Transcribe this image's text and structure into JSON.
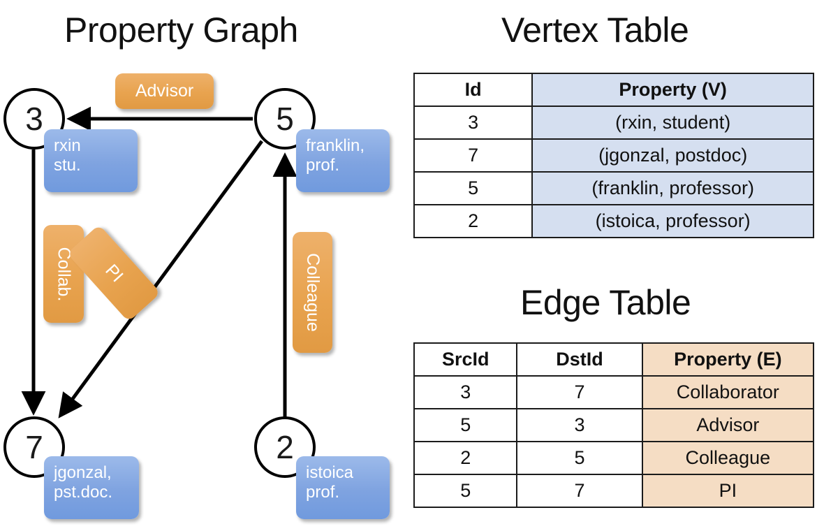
{
  "titles": {
    "graph": "Property Graph",
    "vertex_table": "Vertex Table",
    "edge_table": "Edge Table"
  },
  "graph": {
    "nodes": [
      {
        "id": "3",
        "name": "rxin",
        "role": "stu."
      },
      {
        "id": "5",
        "name": "franklin,",
        "role": "prof."
      },
      {
        "id": "7",
        "name": "jgonzal,",
        "role": "pst.doc."
      },
      {
        "id": "2",
        "name": "istoica",
        "role": "prof."
      }
    ],
    "edge_labels": [
      {
        "key": "advisor",
        "text": "Advisor"
      },
      {
        "key": "collab",
        "text": "Collab."
      },
      {
        "key": "pi",
        "text": "PI"
      },
      {
        "key": "colleague",
        "text": "Colleague"
      }
    ]
  },
  "vertex_table": {
    "headers": [
      "Id",
      "Property (V)"
    ],
    "rows": [
      {
        "id": "3",
        "property": "(rxin, student)"
      },
      {
        "id": "7",
        "property": "(jgonzal, postdoc)"
      },
      {
        "id": "5",
        "property": "(franklin, professor)"
      },
      {
        "id": "2",
        "property": "(istoica, professor)"
      }
    ]
  },
  "edge_table": {
    "headers": [
      "SrcId",
      "DstId",
      "Property (E)"
    ],
    "rows": [
      {
        "src": "3",
        "dst": "7",
        "property": "Collaborator"
      },
      {
        "src": "5",
        "dst": "3",
        "property": "Advisor"
      },
      {
        "src": "2",
        "dst": "5",
        "property": "Colleague"
      },
      {
        "src": "5",
        "dst": "7",
        "property": "PI"
      }
    ]
  },
  "colors": {
    "vertex_fill": "#d5dff0",
    "edge_fill": "#f5ddc4",
    "node_box": "#7fa3e0",
    "edge_box": "#e8a34f",
    "stroke": "#1b1b1b",
    "background": "#ffffff"
  }
}
